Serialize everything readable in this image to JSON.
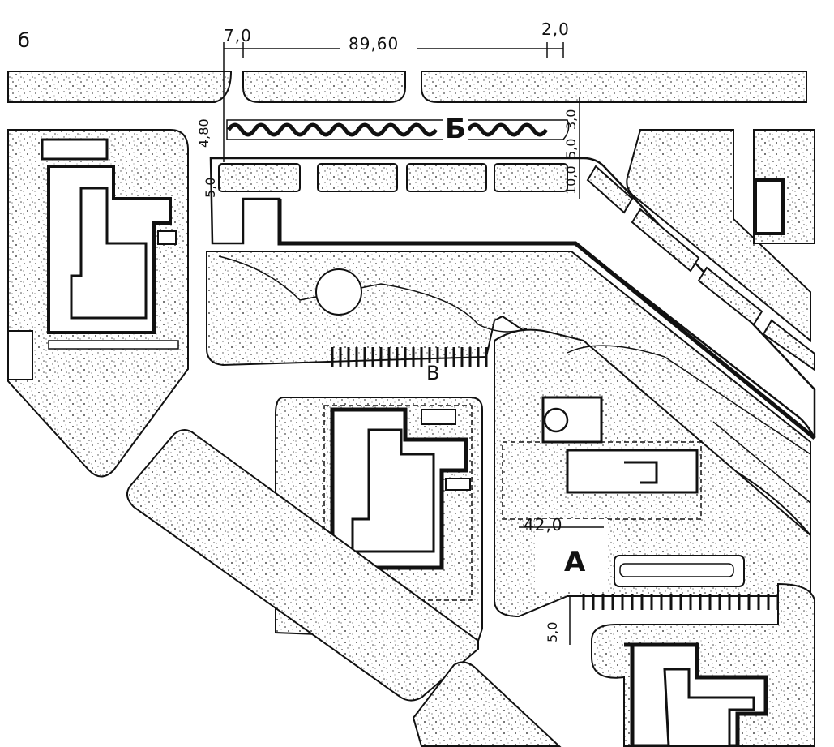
{
  "figure": {
    "panel_label": "б",
    "zone_labels": {
      "a": "А",
      "b": "Б",
      "v": "В"
    },
    "dimensions": {
      "top_left": "7,0",
      "top_main": "89,60",
      "top_right": "2,0",
      "left_vertical": "4,80",
      "left_lower": "5,0",
      "right_vertical_1": "10,0",
      "right_vertical_2": "5,0",
      "right_vertical_3": "3,0",
      "bottom_horizontal": "42,0",
      "bottom_vertical": "5,0"
    }
  },
  "colors": {
    "ink": "#111111",
    "paper": "#ffffff",
    "stipple": "#4a4a4a"
  }
}
